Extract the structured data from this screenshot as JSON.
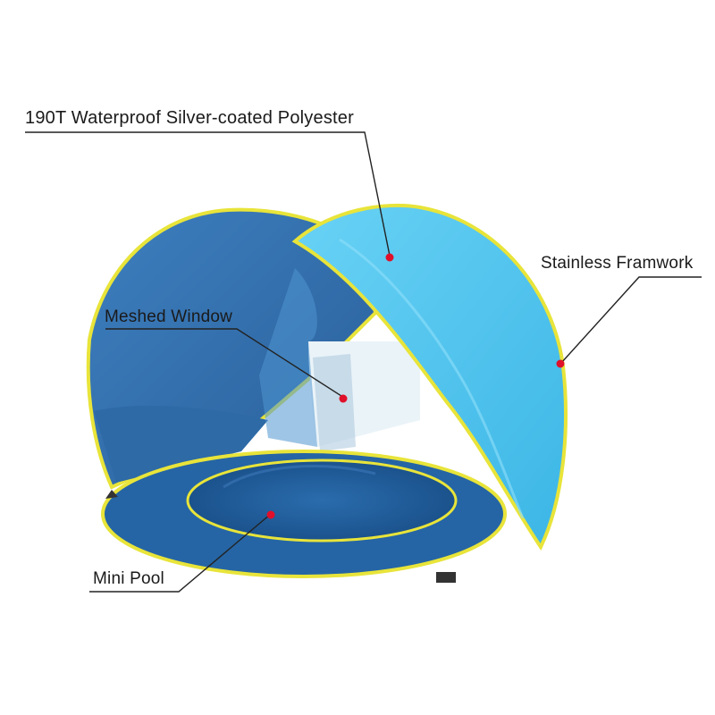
{
  "labels": {
    "polyester": "190T Waterproof Silver-coated Polyester",
    "framework": "Stainless Framwork",
    "window": "Meshed Window",
    "pool": "Mini Pool"
  },
  "colors": {
    "background": "#ffffff",
    "canopy_light_blue": "#4fc3ec",
    "tent_dark_blue": "#2f6fae",
    "pool_blue": "#1f5c99",
    "piping_yellow": "#e8e43a",
    "marker_red": "#e0102a",
    "leader_line": "#222222"
  }
}
